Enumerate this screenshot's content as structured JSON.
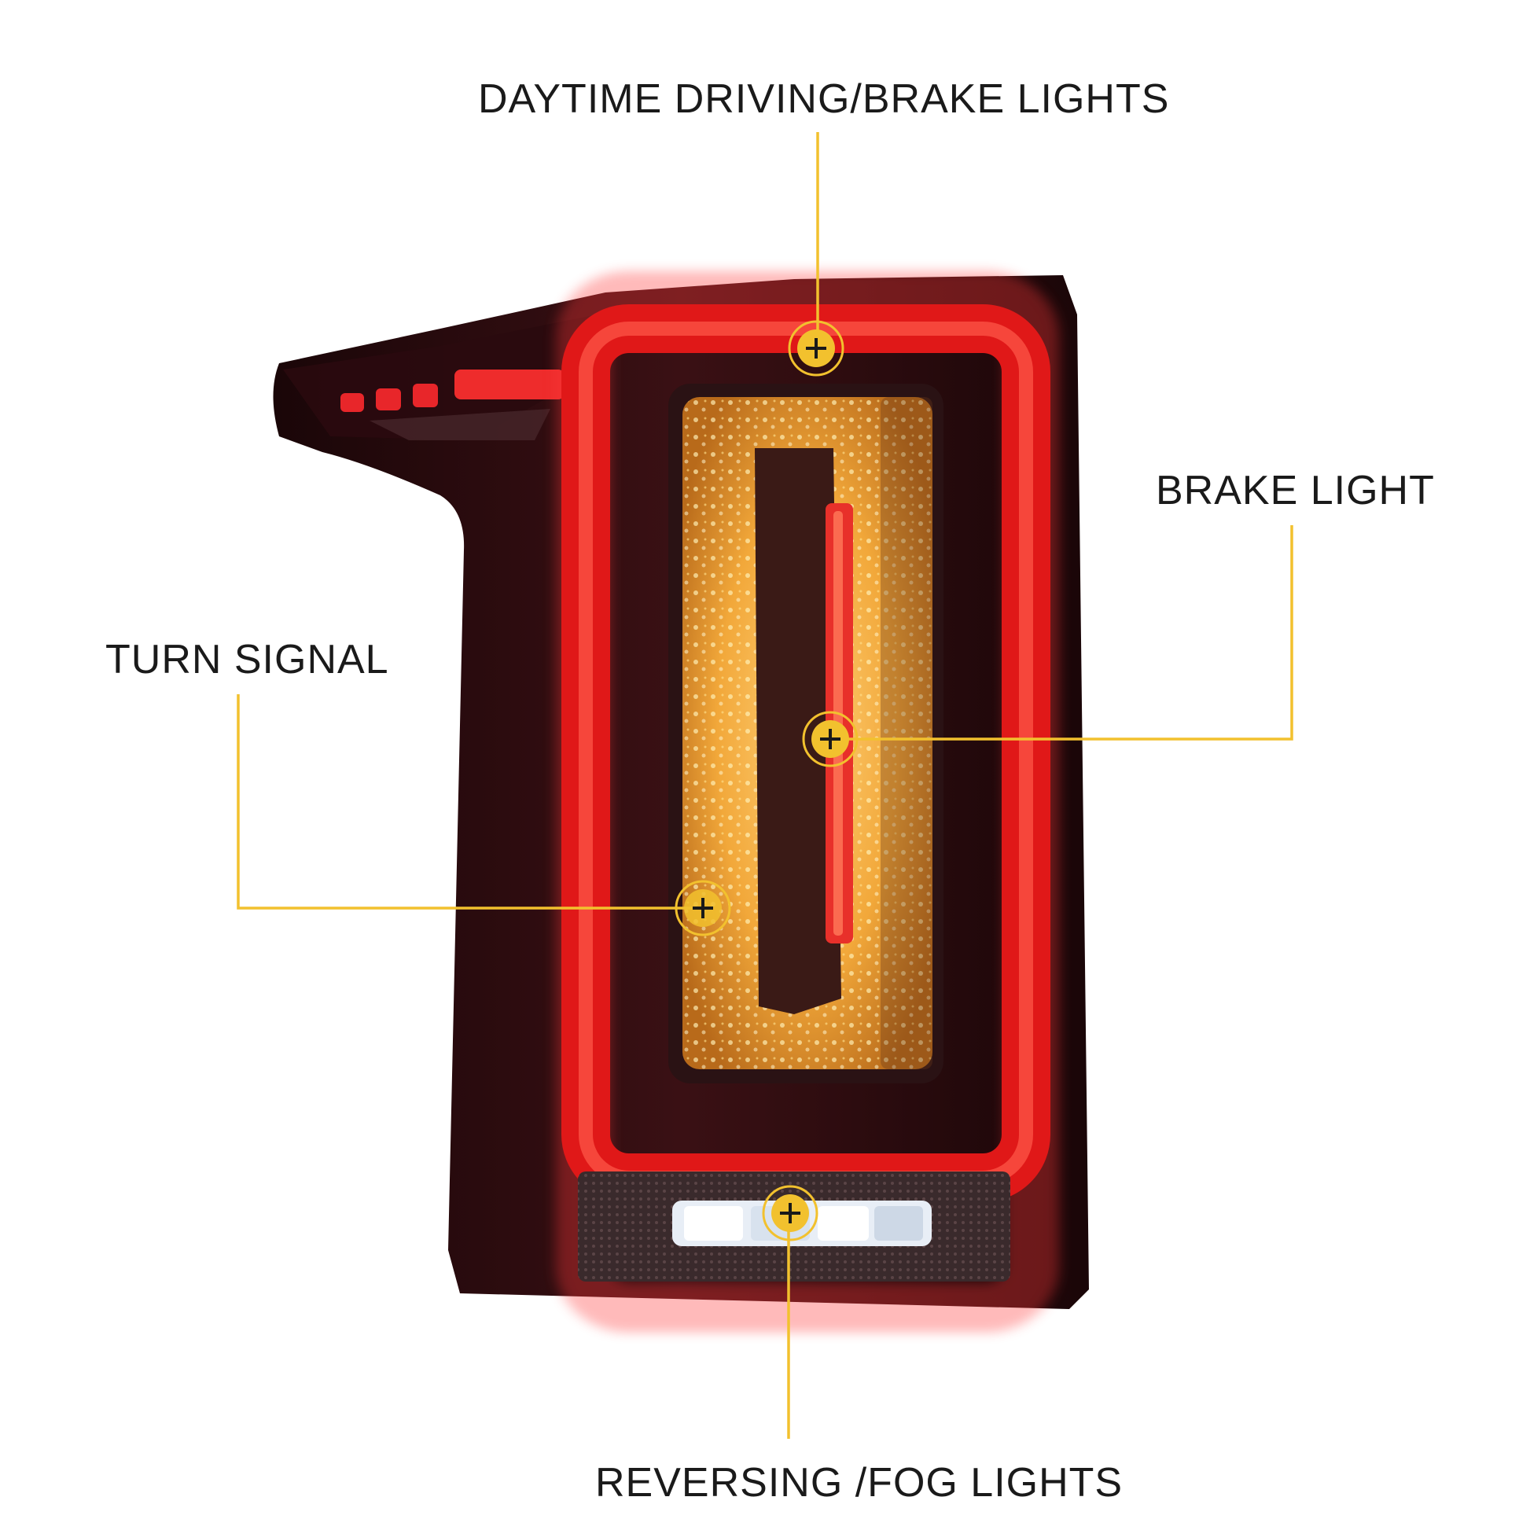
{
  "callouts": {
    "drl": {
      "label": "DAYTIME DRIVING/BRAKE LIGHTS"
    },
    "brake": {
      "label": "BRAKE LIGHT"
    },
    "turn": {
      "label": "TURN SIGNAL"
    },
    "reverse": {
      "label": "REVERSING /FOG LIGHTS"
    }
  },
  "colors": {
    "callout_line": "#f2c12e",
    "marker_fill": "#f2c12e",
    "marker_plus": "#1a1a1a",
    "housing": "#2a0d10",
    "red_light": "#e01818",
    "amber_light": "#f2a83a"
  },
  "icons": {
    "marker": "plus-circle-icon"
  }
}
